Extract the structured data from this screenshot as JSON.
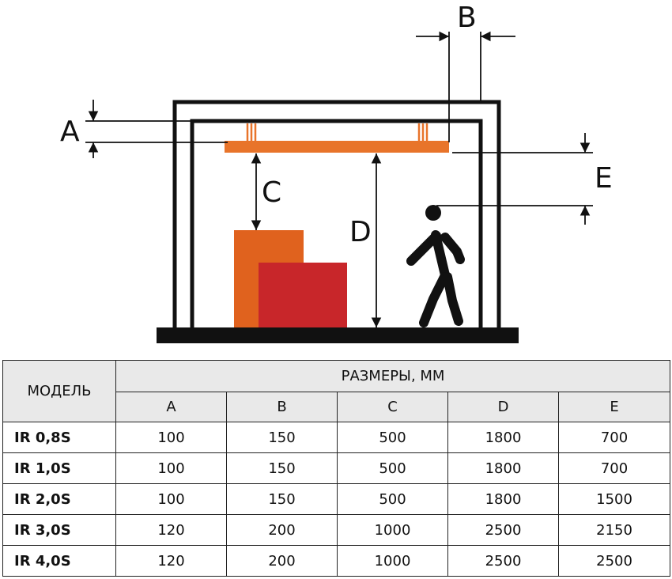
{
  "diagram": {
    "labels": {
      "a": "A",
      "b": "B",
      "c": "C",
      "d": "D",
      "e": "E"
    },
    "colors": {
      "frame": "#111111",
      "heater": "#e8742a",
      "box_back": "#e0621e",
      "box_front": "#c8262a",
      "person": "#111111"
    }
  },
  "table": {
    "model_header": "МОДЕЛЬ",
    "dims_header": "РАЗМЕРЫ, ММ",
    "columns": [
      "A",
      "B",
      "C",
      "D",
      "E"
    ],
    "rows": [
      {
        "model": "IR 0,8S",
        "values": [
          "100",
          "150",
          "500",
          "1800",
          "700"
        ]
      },
      {
        "model": "IR 1,0S",
        "values": [
          "100",
          "150",
          "500",
          "1800",
          "700"
        ]
      },
      {
        "model": "IR 2,0S",
        "values": [
          "100",
          "150",
          "500",
          "1800",
          "1500"
        ]
      },
      {
        "model": "IR 3,0S",
        "values": [
          "120",
          "200",
          "1000",
          "2500",
          "2150"
        ]
      },
      {
        "model": "IR 4,0S",
        "values": [
          "120",
          "200",
          "1000",
          "2500",
          "2500"
        ]
      }
    ]
  }
}
